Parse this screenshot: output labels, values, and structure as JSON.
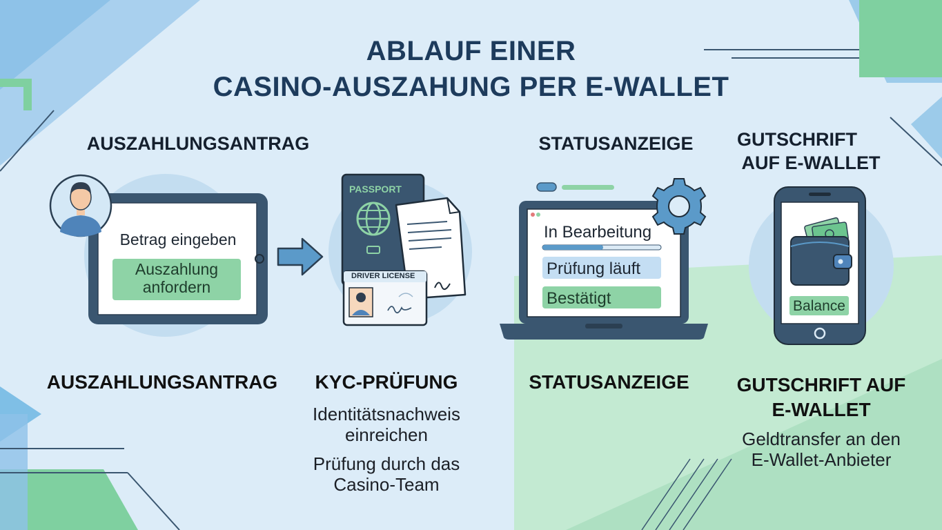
{
  "title": {
    "line1": "ABLAUF EINER",
    "line2": "CASINO-AUSZAHUNG PER E-WALLET"
  },
  "steps": [
    {
      "top_label": "AUSZAHLUNGSANTRAG",
      "screen_text": "Betrag eingeben",
      "button_line1": "Auszahlung",
      "button_line2": "anfordern",
      "label": "AUSZAHLUNGSANTRAG"
    },
    {
      "passport_label": "PASSPORT",
      "license_label": "DRIVER LICENSE",
      "label": "KYC-PRÜFUNG",
      "desc1_line1": "Identitätsnachweis",
      "desc1_line2": "einreichen",
      "desc2_line1": "Prüfung durch das",
      "desc2_line2": "Casino-Team"
    },
    {
      "top_label": "STATUSANZEIGE",
      "status1": "In Bearbeitung",
      "status2": "Prüfung läuft",
      "status3": "Bestätigt",
      "label": "STATUSANZEIGE"
    },
    {
      "top_label_line1": "GUTSCHRIFT",
      "top_label_line2": "AUF E-WALLET",
      "balance": "Balance",
      "label_line1": "GUTSCHRIFT AUF",
      "label_line2": "E-WALLET",
      "desc_line1": "Geldtransfer an den",
      "desc_line2": "E-Wallet-Anbieter"
    }
  ],
  "colors": {
    "navy": "#3a5670",
    "blue_accent": "#5b9ac9",
    "green_accent": "#7fd0a0",
    "light_green": "#b5e3c4",
    "background": "#dcecf8"
  }
}
